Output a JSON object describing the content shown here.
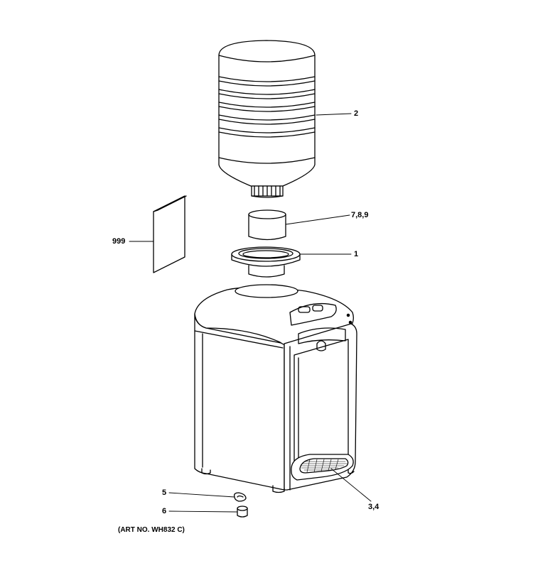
{
  "callouts": {
    "bottle": "2",
    "filter": "7,8,9",
    "manual": "999",
    "adapter": "1",
    "drip_tray": "3,4",
    "part5": "5",
    "part6": "6"
  },
  "art_number": "(ART NO. WH832 C)"
}
